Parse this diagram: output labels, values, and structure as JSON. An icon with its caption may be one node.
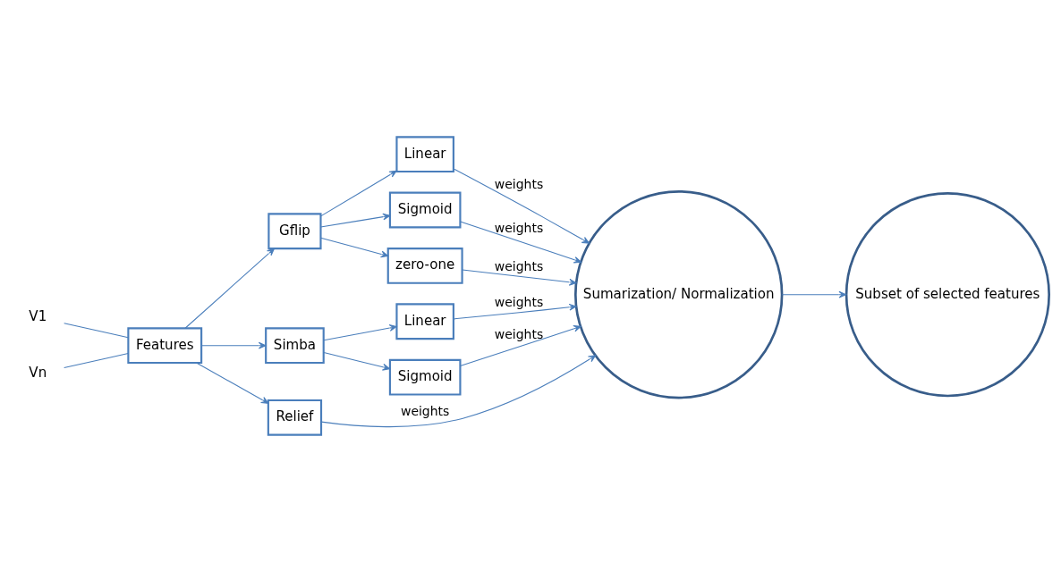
{
  "diagram": {
    "nodes": [
      {
        "text": [
          "V1"
        ]
      },
      {
        "text": [
          "Vn"
        ]
      },
      {
        "text": [
          "Features"
        ]
      },
      {
        "text": [
          "Gflip"
        ]
      },
      {
        "text": [
          "Simba"
        ]
      },
      {
        "text": [
          "Relief"
        ]
      },
      {
        "text": [
          "Linear"
        ]
      },
      {
        "text": [
          "Sigmoid"
        ]
      },
      {
        "text": [
          "zero-one"
        ]
      },
      {
        "text": [
          "Linear"
        ]
      },
      {
        "text": [
          "Sigmoid"
        ]
      },
      {
        "text": [
          "Sumarization/ Normalization"
        ]
      },
      {
        "text": [
          "Subset of selected features"
        ]
      }
    ],
    "edges": [
      {
        "from": 0,
        "to": 2,
        "arrow": "none"
      },
      {
        "from": 1,
        "to": 2,
        "arrow": "none"
      },
      {
        "from": 2,
        "to": 3,
        "arrow": "to"
      },
      {
        "from": 2,
        "to": 4,
        "arrow": "to"
      },
      {
        "from": 2,
        "to": 5,
        "arrow": "to"
      },
      {
        "from": 3,
        "to": 6,
        "arrow": "to"
      },
      {
        "from": 3,
        "to": 7,
        "arrow": "to"
      },
      {
        "from": 3,
        "to": 8,
        "arrow": "to"
      },
      {
        "from": 4,
        "to": 9,
        "arrow": "to"
      },
      {
        "from": 4,
        "to": 10,
        "arrow": "to"
      },
      {
        "from": 6,
        "to": 11,
        "arrow": "to",
        "label": "weights"
      },
      {
        "from": 7,
        "to": 11,
        "arrow": "to",
        "label": "weights"
      },
      {
        "from": 8,
        "to": 11,
        "arrow": "to",
        "label": "weights"
      },
      {
        "from": 9,
        "to": 11,
        "arrow": "to",
        "label": "weights"
      },
      {
        "from": 10,
        "to": 11,
        "arrow": "to",
        "label": "weights"
      },
      {
        "from": 5,
        "to": 11,
        "arrow": "to",
        "label": "weights"
      },
      {
        "from": 11,
        "to": 12,
        "arrow": "to"
      }
    ]
  }
}
